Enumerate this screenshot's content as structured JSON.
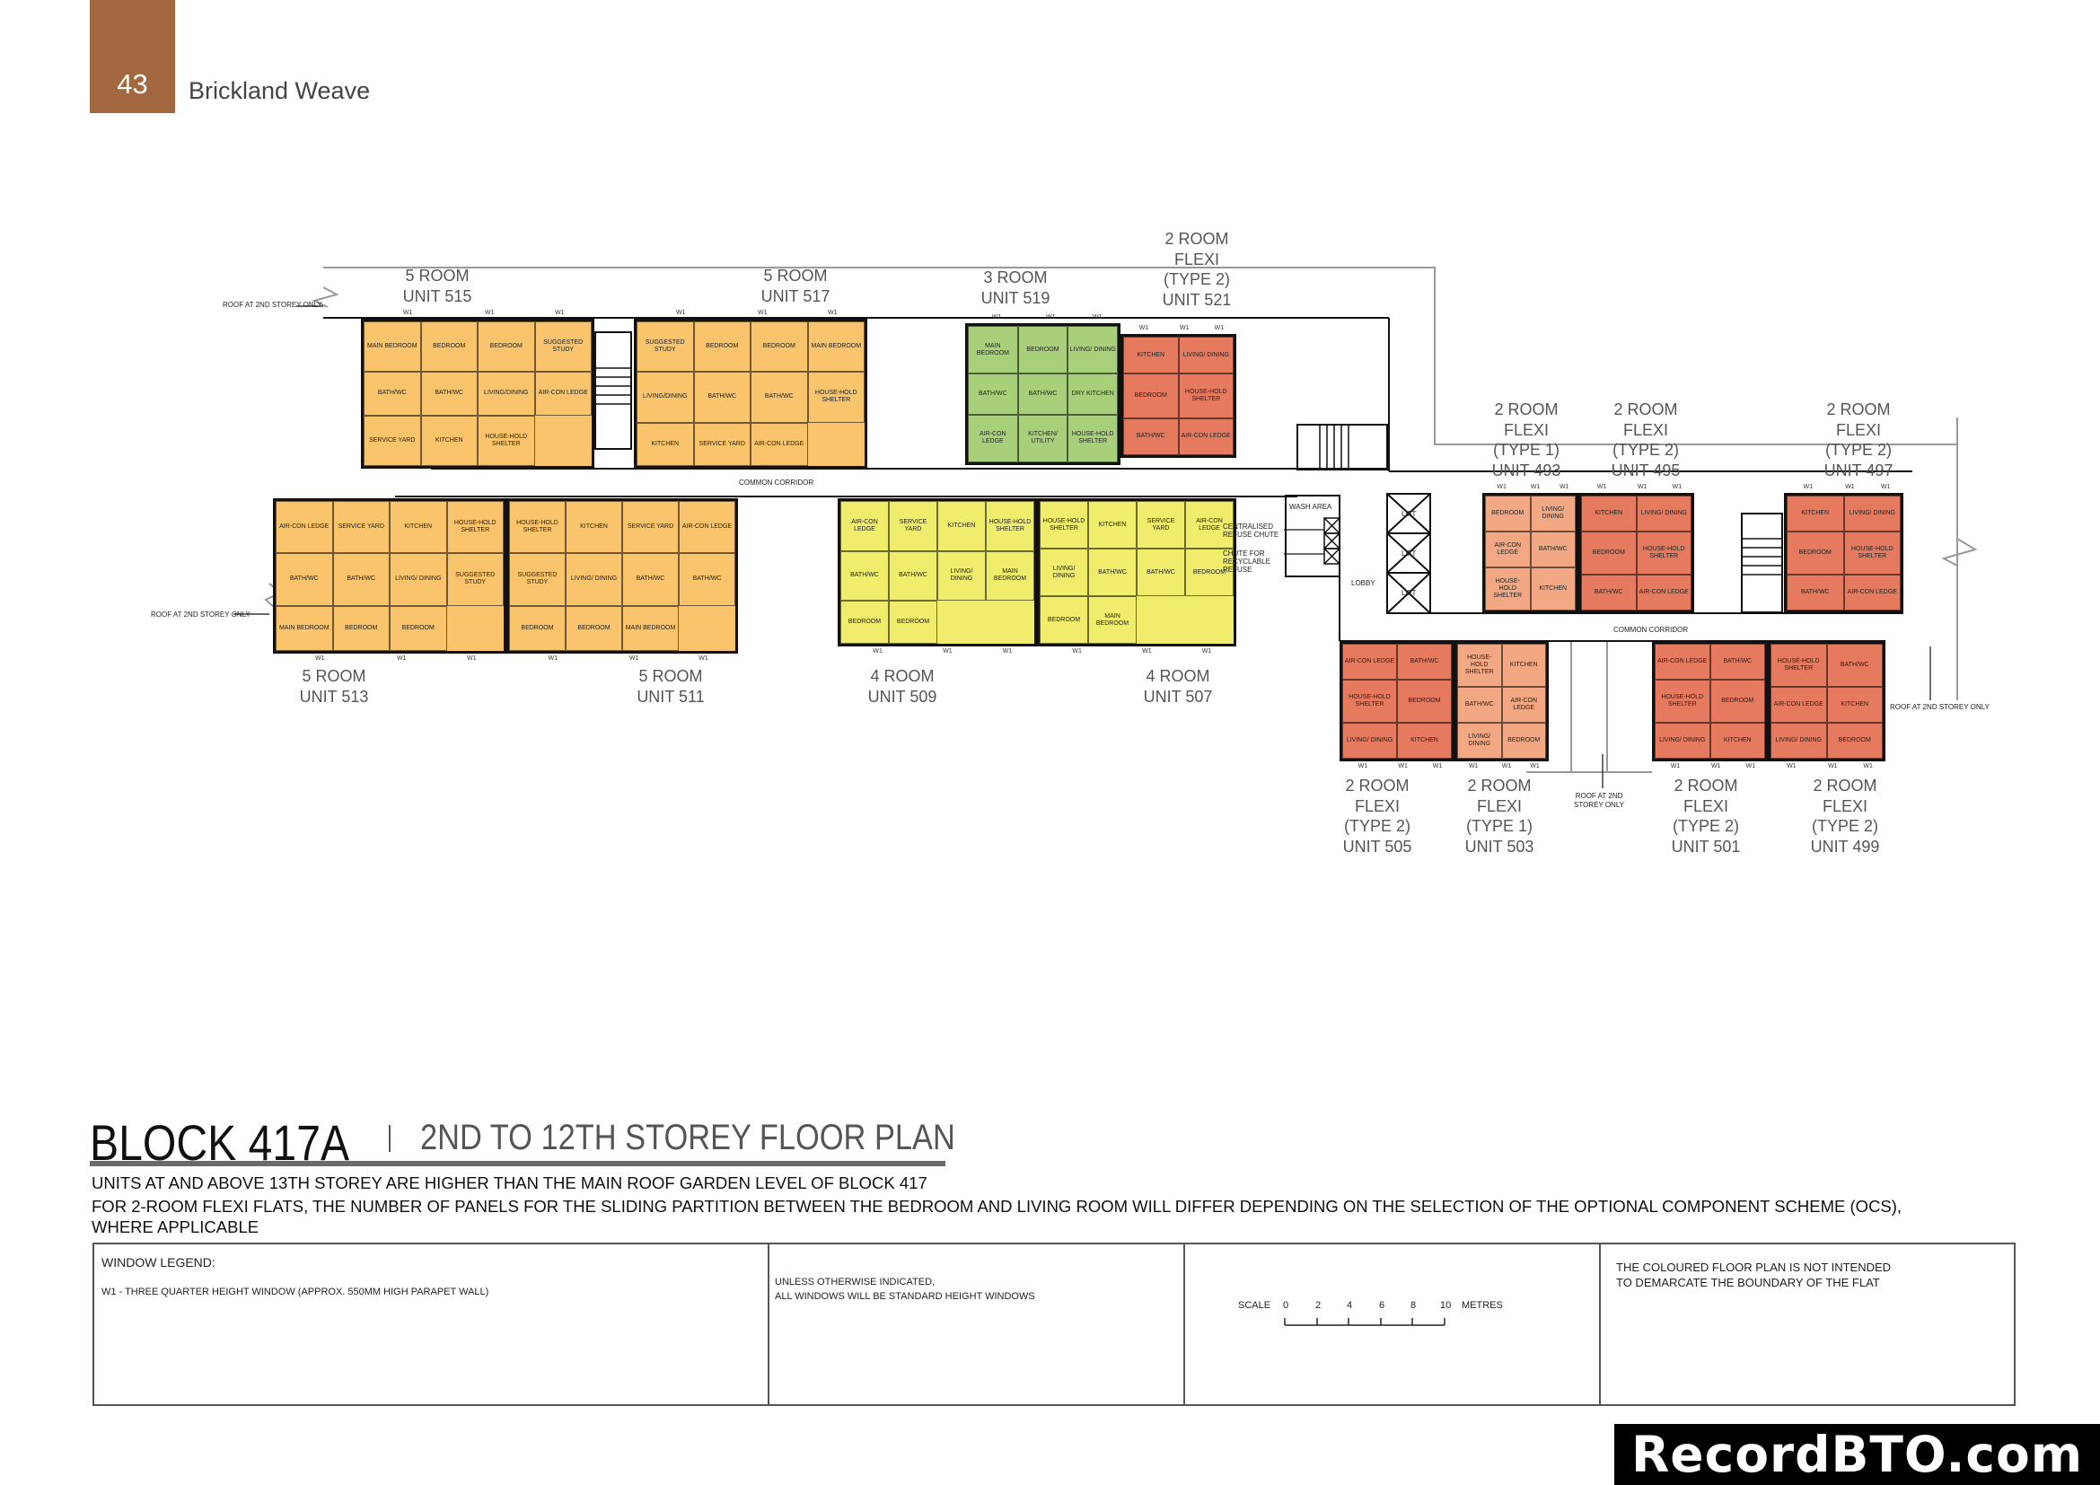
{
  "header": {
    "page_number": "43",
    "project_name": "Brickland Weave",
    "tab_color": "#a3683f"
  },
  "colors": {
    "5_room": "#f9c46b",
    "4_room": "#f0ec6c",
    "3_room": "#a8d07a",
    "2_room_type_1": "#f2a883",
    "2_room_type_2": "#e67a5f"
  },
  "window_marker": "W1",
  "units": [
    {
      "id": "515",
      "lines": [
        "5 ROOM",
        "UNIT 515"
      ],
      "color": "#f9c46b",
      "rooms": [
        "MAIN BEDROOM",
        "BEDROOM",
        "BEDROOM",
        "SUGGESTED STUDY",
        "BATH/WC",
        "BATH/WC",
        "LIVING/DINING",
        "AIR-CON LEDGE",
        "SERVICE YARD",
        "KITCHEN",
        "HOUSE-HOLD SHELTER"
      ]
    },
    {
      "id": "517",
      "lines": [
        "5 ROOM",
        "UNIT 517"
      ],
      "color": "#f9c46b",
      "rooms": [
        "SUGGESTED STUDY",
        "BEDROOM",
        "BEDROOM",
        "MAIN BEDROOM",
        "LIVING/DINING",
        "BATH/WC",
        "BATH/WC",
        "HOUSE-HOLD SHELTER",
        "KITCHEN",
        "SERVICE YARD",
        "AIR-CON LEDGE"
      ]
    },
    {
      "id": "519",
      "lines": [
        "3 ROOM",
        "UNIT 519"
      ],
      "color": "#a8d07a",
      "rooms": [
        "MAIN BEDROOM",
        "BEDROOM",
        "LIVING/ DINING",
        "BATH/WC",
        "BATH/WC",
        "DRY KITCHEN",
        "AIR-CON LEDGE",
        "KITCHEN/ UTILITY",
        "HOUSE-HOLD SHELTER"
      ]
    },
    {
      "id": "521",
      "lines": [
        "2 ROOM",
        "FLEXI",
        "(TYPE 2)",
        "UNIT 521"
      ],
      "color": "#e67a5f",
      "rooms": [
        "KITCHEN",
        "LIVING/ DINING",
        "BEDROOM",
        "HOUSE-HOLD SHELTER",
        "BATH/WC",
        "AIR-CON LEDGE"
      ]
    },
    {
      "id": "513",
      "lines": [
        "5 ROOM",
        "UNIT 513"
      ],
      "color": "#f9c46b",
      "rooms": [
        "AIR-CON LEDGE",
        "SERVICE YARD",
        "KITCHEN",
        "HOUSE-HOLD SHELTER",
        "BATH/WC",
        "BATH/WC",
        "LIVING/ DINING",
        "SUGGESTED STUDY",
        "MAIN BEDROOM",
        "BEDROOM",
        "BEDROOM"
      ]
    },
    {
      "id": "511",
      "lines": [
        "5 ROOM",
        "UNIT 511"
      ],
      "color": "#f9c46b",
      "rooms": [
        "HOUSE-HOLD SHELTER",
        "KITCHEN",
        "SERVICE YARD",
        "AIR-CON LEDGE",
        "SUGGESTED STUDY",
        "LIVING/ DINING",
        "BATH/WC",
        "BATH/WC",
        "BEDROOM",
        "BEDROOM",
        "MAIN BEDROOM"
      ]
    },
    {
      "id": "509",
      "lines": [
        "4 ROOM",
        "UNIT 509"
      ],
      "color": "#f0ec6c",
      "rooms": [
        "AIR-CON LEDGE",
        "SERVICE YARD",
        "KITCHEN",
        "HOUSE-HOLD SHELTER",
        "BATH/WC",
        "BATH/WC",
        "LIVING/ DINING",
        "MAIN BEDROOM",
        "BEDROOM",
        "BEDROOM"
      ]
    },
    {
      "id": "507",
      "lines": [
        "4 ROOM",
        "UNIT 507"
      ],
      "color": "#f0ec6c",
      "rooms": [
        "HOUSE-HOLD SHELTER",
        "KITCHEN",
        "SERVICE YARD",
        "AIR-CON LEDGE",
        "LIVING/ DINING",
        "BATH/WC",
        "BATH/WC",
        "BEDROOM",
        "BEDROOM",
        "MAIN BEDROOM"
      ]
    },
    {
      "id": "493",
      "lines": [
        "2 ROOM",
        "FLEXI",
        "(TYPE 1)",
        "UNIT 493"
      ],
      "color": "#f2a883",
      "rooms": [
        "BEDROOM",
        "LIVING/ DINING",
        "AIR-CON LEDGE",
        "BATH/WC",
        "HOUSE-HOLD SHELTER",
        "KITCHEN"
      ]
    },
    {
      "id": "495",
      "lines": [
        "2 ROOM",
        "FLEXI",
        "(TYPE 2)",
        "UNIT 495"
      ],
      "color": "#e67a5f",
      "rooms": [
        "KITCHEN",
        "LIVING/ DINING",
        "BEDROOM",
        "HOUSE-HOLD SHELTER",
        "BATH/WC",
        "AIR-CON LEDGE"
      ]
    },
    {
      "id": "497",
      "lines": [
        "2 ROOM",
        "FLEXI",
        "(TYPE 2)",
        "UNIT 497"
      ],
      "color": "#e67a5f",
      "rooms": [
        "KITCHEN",
        "LIVING/ DINING",
        "BEDROOM",
        "HOUSE-HOLD SHELTER",
        "BATH/WC",
        "AIR-CON LEDGE"
      ]
    },
    {
      "id": "505",
      "lines": [
        "2 ROOM",
        "FLEXI",
        "(TYPE 2)",
        "UNIT 505"
      ],
      "color": "#e67a5f",
      "rooms": [
        "AIR-CON LEDGE",
        "BATH/WC",
        "HOUSE-HOLD SHELTER",
        "BEDROOM",
        "LIVING/ DINING",
        "KITCHEN"
      ]
    },
    {
      "id": "503",
      "lines": [
        "2 ROOM",
        "FLEXI",
        "(TYPE 1)",
        "UNIT 503"
      ],
      "color": "#f2a883",
      "rooms": [
        "HOUSE-HOLD SHELTER",
        "KITCHEN",
        "BATH/WC",
        "AIR-CON LEDGE",
        "LIVING/ DINING",
        "BEDROOM"
      ]
    },
    {
      "id": "501",
      "lines": [
        "2 ROOM",
        "FLEXI",
        "(TYPE 2)",
        "UNIT 501"
      ],
      "color": "#e67a5f",
      "rooms": [
        "AIR-CON LEDGE",
        "BATH/WC",
        "HOUSE-HOLD SHELTER",
        "BEDROOM",
        "LIVING/ DINING",
        "KITCHEN"
      ]
    },
    {
      "id": "499",
      "lines": [
        "2 ROOM",
        "FLEXI",
        "(TYPE 2)",
        "UNIT 499"
      ],
      "color": "#e67a5f",
      "rooms": [
        "HOUSE-HOLD SHELTER",
        "BATH/WC",
        "AIR-CON LEDGE",
        "KITCHEN",
        "LIVING/ DINING",
        "BEDROOM"
      ]
    }
  ],
  "annotations": {
    "roof_note": "ROOF AT 2ND STOREY ONLY",
    "common_corridor": "COMMON CORRIDOR",
    "wash_area": "WASH AREA",
    "refuse_chute": "CENTRALISED REFUSE CHUTE",
    "recyclable_chute": "CHUTE FOR RECYCLABLE REFUSE",
    "lobby": "LOBBY",
    "lift": "LIFT"
  },
  "title": {
    "block": "BLOCK 417A",
    "plan": "2ND TO 12TH STOREY FLOOR PLAN",
    "remarks": [
      "UNITS AT AND ABOVE 13TH STOREY ARE HIGHER THAN THE MAIN ROOF GARDEN LEVEL OF BLOCK 417",
      "FOR 2-ROOM FLEXI FLATS, THE NUMBER OF PANELS FOR THE SLIDING PARTITION BETWEEN THE BEDROOM AND LIVING ROOM WILL DIFFER DEPENDING ON THE SELECTION OF THE OPTIONAL COMPONENT SCHEME (OCS),",
      "WHERE APPLICABLE"
    ]
  },
  "legend": {
    "window_heading": "WINDOW LEGEND:",
    "window_w1": "W1 - THREE QUARTER HEIGHT WINDOW (APPROX. 550MM HIGH PARAPET WALL)",
    "standard_line1": "UNLESS OTHERWISE INDICATED,",
    "standard_line2": "ALL WINDOWS WILL BE STANDARD HEIGHT WINDOWS",
    "scale_label": "SCALE",
    "scale_ticks": [
      "0",
      "2",
      "4",
      "6",
      "8",
      "10"
    ],
    "scale_unit": "METRES",
    "disclaimer_line1": "THE COLOURED FLOOR PLAN IS NOT INTENDED",
    "disclaimer_line2": "TO DEMARCATE THE BOUNDARY OF THE FLAT"
  },
  "watermark": "RecordBTO.com"
}
